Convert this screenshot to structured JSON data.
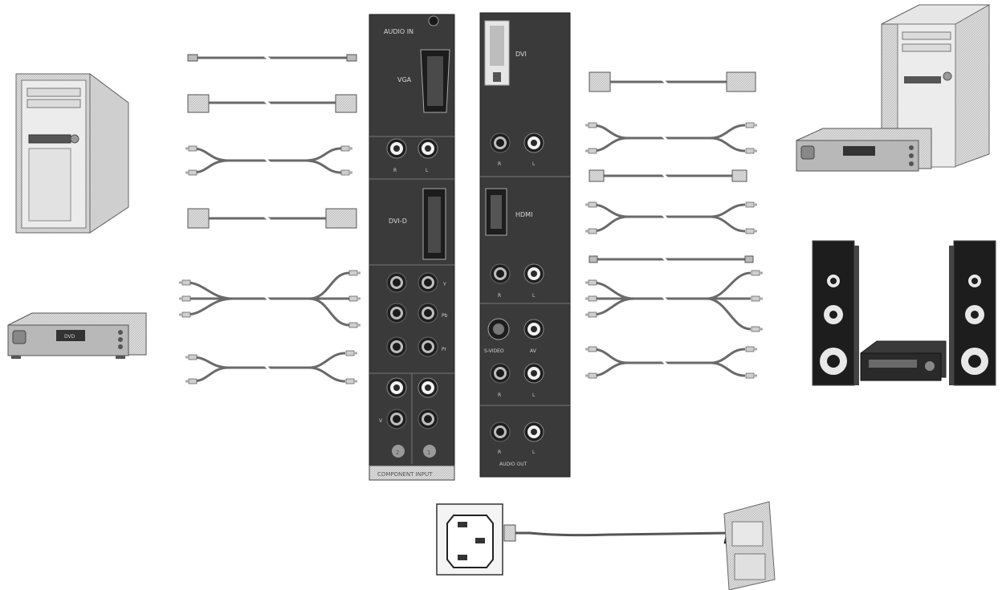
{
  "left_panel": {
    "audio_in_label": "AUDIO IN",
    "vga_label": "VGA",
    "dvi_label": "DVI-D",
    "rca_r_label": "R",
    "rca_l_label": "L",
    "component_labels": [
      "Y",
      "Pb",
      "Pr"
    ],
    "video_label": "V",
    "num_2": "2",
    "num_1": "1",
    "bottom_label": "COMPONENT INPUT"
  },
  "right_panel": {
    "dvi_label": "DVI",
    "hdmi_label": "HDMI",
    "r_label": "R",
    "l_label": "L",
    "svideo_label": "S-VIDEO",
    "av_label": "AV",
    "audio_out_label": "AUDIO OUT"
  },
  "icons": {
    "pc_left": "pc-tower-icon",
    "dvd_left": "dvd-player-icon",
    "pc_right": "pc-tower-icon",
    "dvd_right": "dvd-player-icon",
    "speakers": "stereo-speakers-icon",
    "power_socket": "ac-power-inlet-icon",
    "wall_outlet": "wall-outlet-icon"
  }
}
